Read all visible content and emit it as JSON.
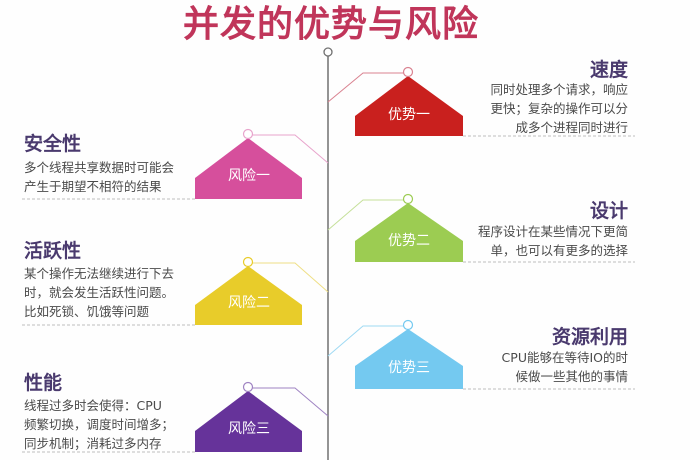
{
  "title": "并发的优势与风险",
  "colors": {
    "title": "#c0355a",
    "heading": "#4a3a6e",
    "timeline": "#707070"
  },
  "advantages": [
    {
      "label": "优势一",
      "title": "速度",
      "lines": [
        "同时处理多个请求，响应",
        "更快；复杂的操作可以分",
        "成多个进程同时进行"
      ],
      "color": "#c9201e"
    },
    {
      "label": "优势二",
      "title": "设计",
      "lines": [
        "程序设计在某些情况下更简",
        "单，也可以有更多的选择"
      ],
      "color": "#9ccc52"
    },
    {
      "label": "优势三",
      "title": "资源利用",
      "lines": [
        "CPU能够在等待IO的时",
        "候做一些其他的事情"
      ],
      "color": "#74c9f0"
    }
  ],
  "risks": [
    {
      "label": "风险一",
      "title": "安全性",
      "lines": [
        "多个线程共享数据时可能会",
        "产生于期望不相符的结果"
      ],
      "color": "#d64f9c"
    },
    {
      "label": "风险二",
      "title": "活跃性",
      "lines": [
        "某个操作无法继续进行下去",
        "时，就会发生活跃性问题。",
        "比如死锁、饥饿等问题"
      ],
      "color": "#e8cc2a"
    },
    {
      "label": "风险三",
      "title": "性能",
      "lines": [
        "线程过多时会使得：CPU",
        "频繁切换，调度时间增多；",
        "同步机制；消耗过多内存"
      ],
      "color": "#66339a"
    }
  ]
}
